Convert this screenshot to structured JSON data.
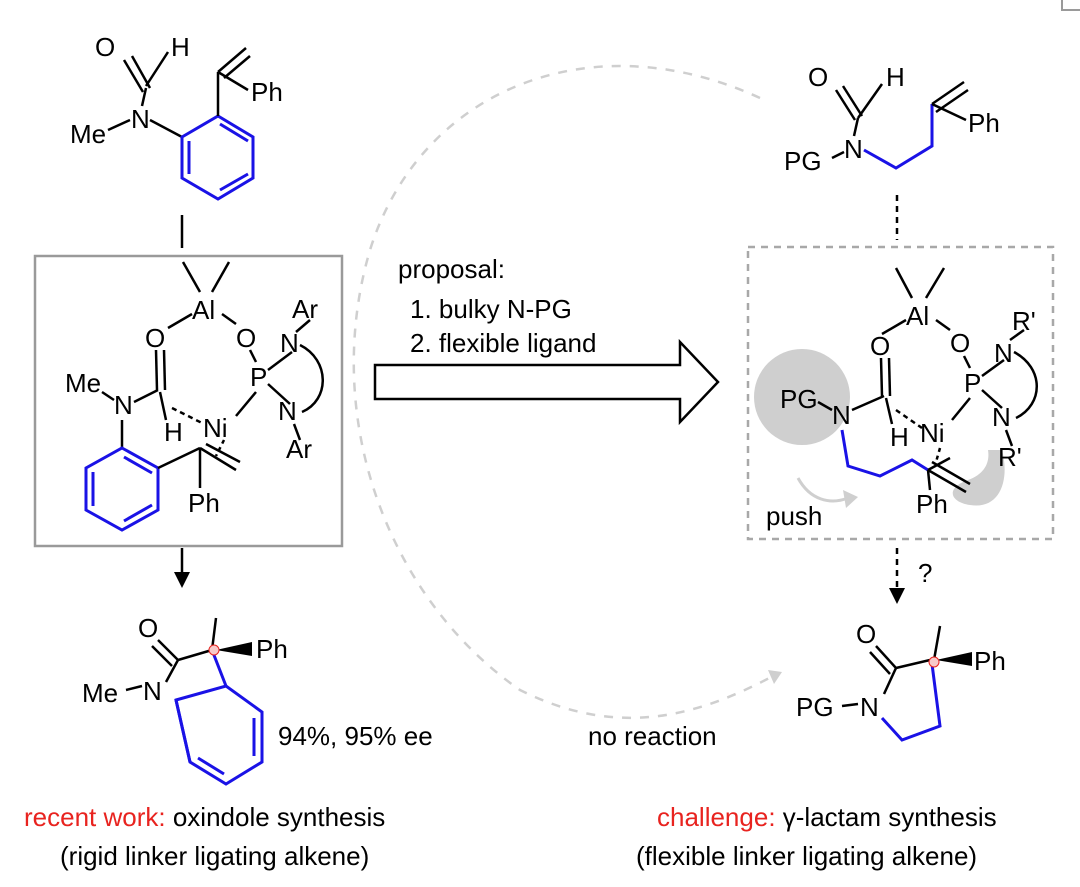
{
  "colors": {
    "linker": "#1a12e6",
    "highlight": "#e8231f",
    "muted": "#a8a8a8",
    "shadow": "#cfcfcf"
  },
  "arrow": {
    "proposal_label": "proposal:",
    "step1": "1. bulky N-PG",
    "step2": "2. flexible ligand"
  },
  "left": {
    "substrate_labels": {
      "O": "O",
      "H": "H",
      "N": "N",
      "Me": "Me",
      "Ph": "Ph"
    },
    "complex_labels": {
      "Al": "Al",
      "O1": "O",
      "O2": "O",
      "P": "P",
      "N_top": "N",
      "N_bot": "N",
      "Ar_top": "Ar",
      "Ar_bot": "Ar",
      "Me": "Me",
      "N_amide": "N",
      "Ni": "Ni",
      "H": "H",
      "Ph": "Ph"
    },
    "product_labels": {
      "O": "O",
      "Me": "Me",
      "N": "N",
      "Ph": "Ph"
    },
    "yield": "94%, 95% ee",
    "caption_highlight": "recent work:",
    "caption_rest": " oxindole synthesis",
    "caption_line2": "(rigid linker ligating alkene)"
  },
  "right": {
    "substrate_labels": {
      "O": "O",
      "H": "H",
      "N": "N",
      "PG": "PG",
      "Ph": "Ph"
    },
    "complex_labels": {
      "Al": "Al",
      "O1": "O",
      "O2": "O",
      "P": "P",
      "N_top": "N",
      "N_bot": "N",
      "R_top": "R'",
      "R_bot": "R'",
      "PG": "PG",
      "N_amide": "N",
      "Ni": "Ni",
      "H": "H",
      "Ph": "Ph",
      "push": "push"
    },
    "question_mark": "?",
    "product_labels": {
      "O": "O",
      "PG": "PG",
      "N": "N",
      "Ph": "Ph"
    },
    "caption_highlight": "challenge:",
    "caption_rest": " γ-lactam synthesis",
    "caption_line2": "(flexible linker ligating alkene)"
  },
  "no_reaction": "no reaction"
}
